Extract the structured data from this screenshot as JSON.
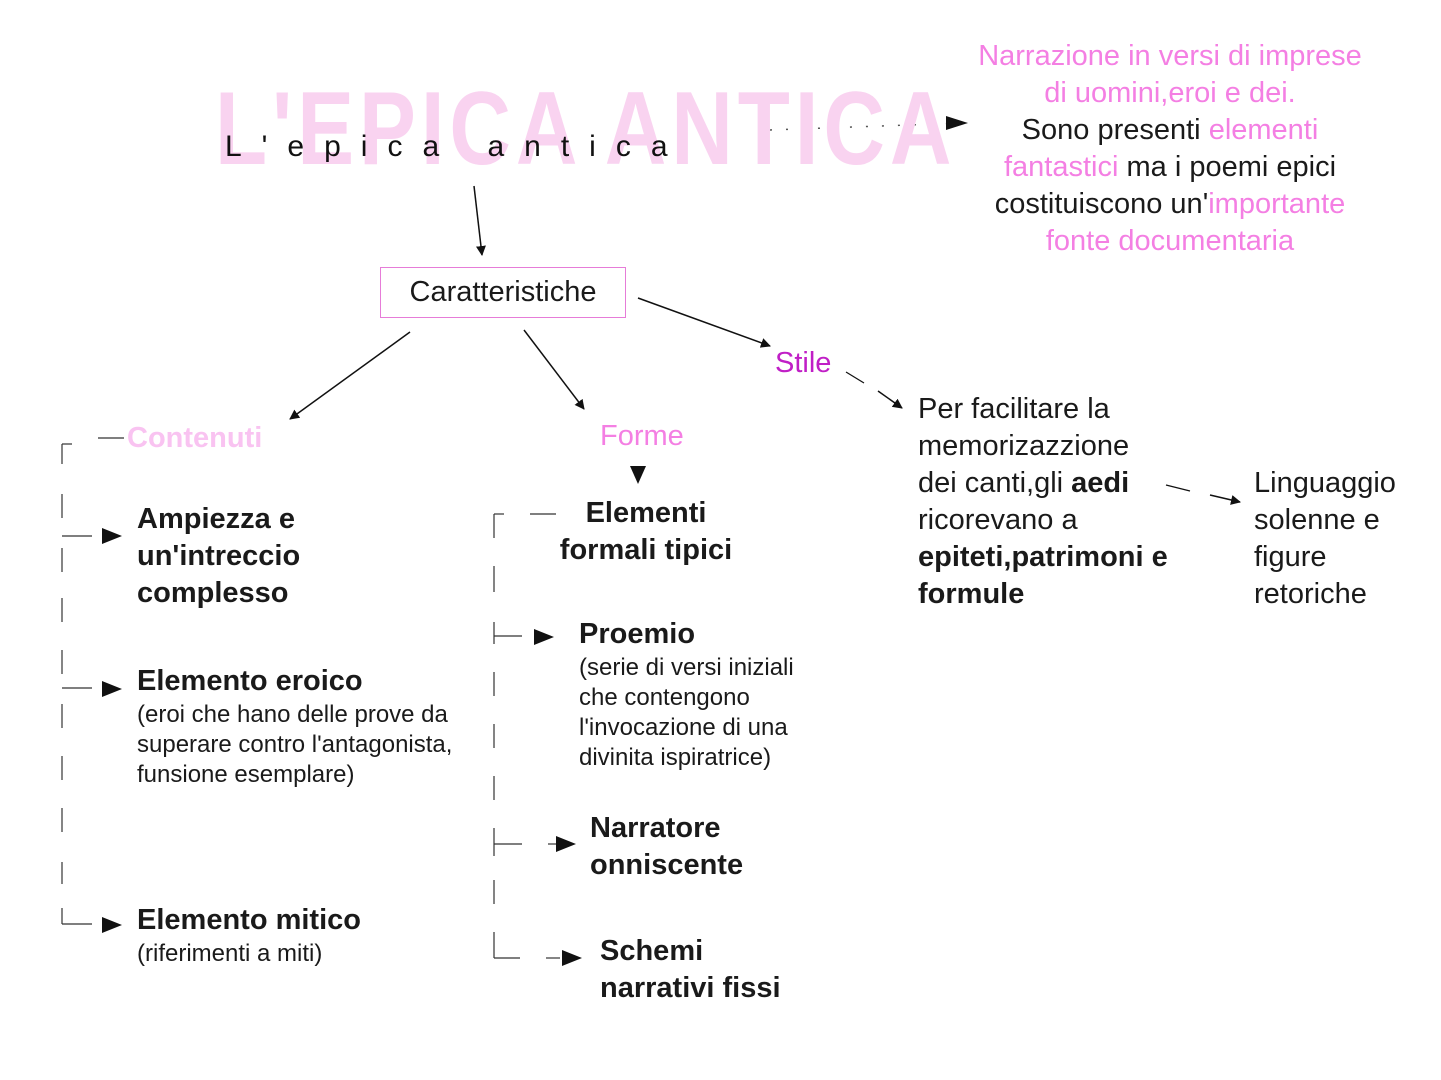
{
  "title": {
    "decorative": "L'EPICA ANTICA",
    "main": "L'epica antica"
  },
  "definition": {
    "line1": "Narrazione in versi di imprese",
    "line2": "di uomini,eroi e dei.",
    "line3_a": "Sono presenti ",
    "line3_b": "elementi",
    "line4_a": "fantastici",
    "line4_b": " ma i poemi epici",
    "line5_a": "costituiscono un'",
    "line5_b": "importante",
    "line6": "fonte documentaria"
  },
  "caratteristiche": "Caratteristiche",
  "contenuti": {
    "header": "Contenuti",
    "items": [
      {
        "title": "Ampiezza e un'intreccio complesso",
        "detail": ""
      },
      {
        "title": "Elemento eroico",
        "detail": "(eroi che hano delle prove da superare contro l'antagonista, funsione esemplare)"
      },
      {
        "title": "Elemento mitico",
        "detail": "(riferimenti a miti)"
      }
    ]
  },
  "forme": {
    "header": "Forme",
    "sub": "Elementi formali tipici",
    "items": [
      {
        "title": "Proemio",
        "detail": "(serie di versi iniziali che contengono l'invocazione di una divinita ispiratrice)"
      },
      {
        "title": "Narratore onniscente",
        "detail": ""
      },
      {
        "title": "Schemi narrativi fissi",
        "detail": ""
      }
    ]
  },
  "stile": {
    "header": "Stile",
    "text_a": "Per facilitare la memorizazzione dei canti,gli ",
    "text_bold1": "aedi",
    "text_b": " ricorevano a ",
    "text_bold2": "epiteti,patrimoni e formule",
    "result": "Linguaggio solenne e figure retoriche"
  },
  "colors": {
    "pink": "#f47fe3",
    "pink_light": "#f9b5ee",
    "magenta": "#c01fc6",
    "title_deco": "#f9d3f0"
  }
}
